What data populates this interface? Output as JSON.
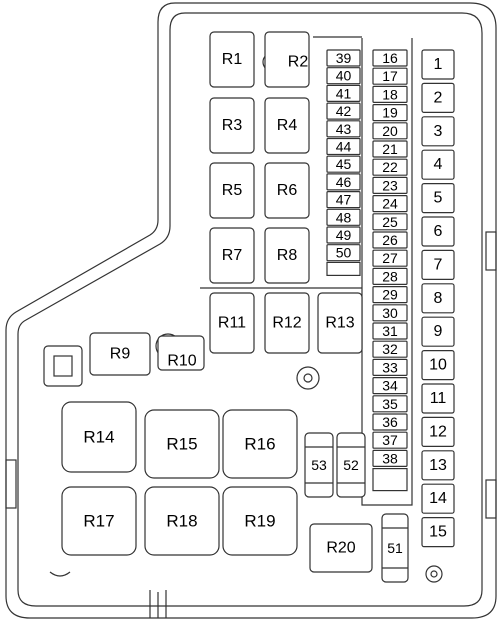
{
  "relays_small": [
    "R1",
    "R2",
    "R3",
    "R4",
    "R5",
    "R6",
    "R7",
    "R8",
    "R9",
    "R10",
    "R11",
    "R12",
    "R13",
    "R20"
  ],
  "relays_large": [
    "R14",
    "R15",
    "R16",
    "R17",
    "R18",
    "R19"
  ],
  "fuses_left_column": [
    "39",
    "40",
    "41",
    "42",
    "43",
    "44",
    "45",
    "46",
    "47",
    "48",
    "49",
    "50"
  ],
  "fuses_middle_column": [
    "16",
    "17",
    "18",
    "19",
    "20",
    "21",
    "22",
    "23",
    "24",
    "25",
    "26",
    "27",
    "28",
    "29",
    "30",
    "31",
    "32",
    "33",
    "34",
    "35",
    "36",
    "37",
    "38"
  ],
  "fuses_right_column": [
    "1",
    "2",
    "3",
    "4",
    "5",
    "6",
    "7",
    "8",
    "9",
    "10",
    "11",
    "12",
    "13",
    "14",
    "15"
  ],
  "fuses_misc": [
    "53",
    "52",
    "51"
  ]
}
